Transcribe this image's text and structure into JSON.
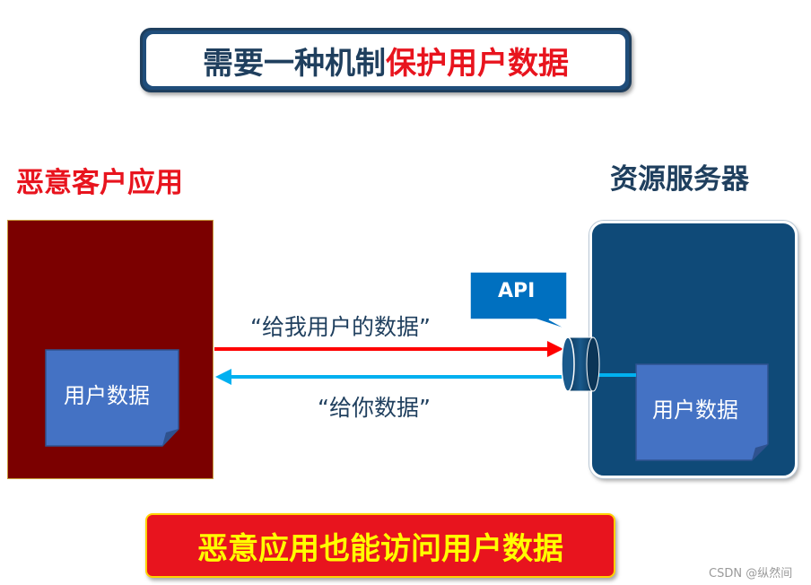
{
  "title": {
    "part1": "需要一种机制",
    "part2": "保护用户数据"
  },
  "labels": {
    "malicious_client": "恶意客户应用",
    "resource_server": "资源服务器",
    "api": "API"
  },
  "documents": {
    "client_doc": "用户数据",
    "server_doc": "用户数据"
  },
  "messages": {
    "request": "“给我用户的数据”",
    "response": "“给你数据”"
  },
  "conclusion": "恶意应用也能访问用户数据",
  "watermark": "CSDN @纵然间",
  "colors": {
    "red": "#e8141e",
    "dark_blue": "#1f3f5e",
    "arrow_red": "#ff0000",
    "arrow_blue": "#00b0f0",
    "doc_blue": "#4472c4",
    "client_bg": "#7b0000",
    "server_bg": "#0f4a78",
    "highlight_yellow": "#ffff00"
  }
}
